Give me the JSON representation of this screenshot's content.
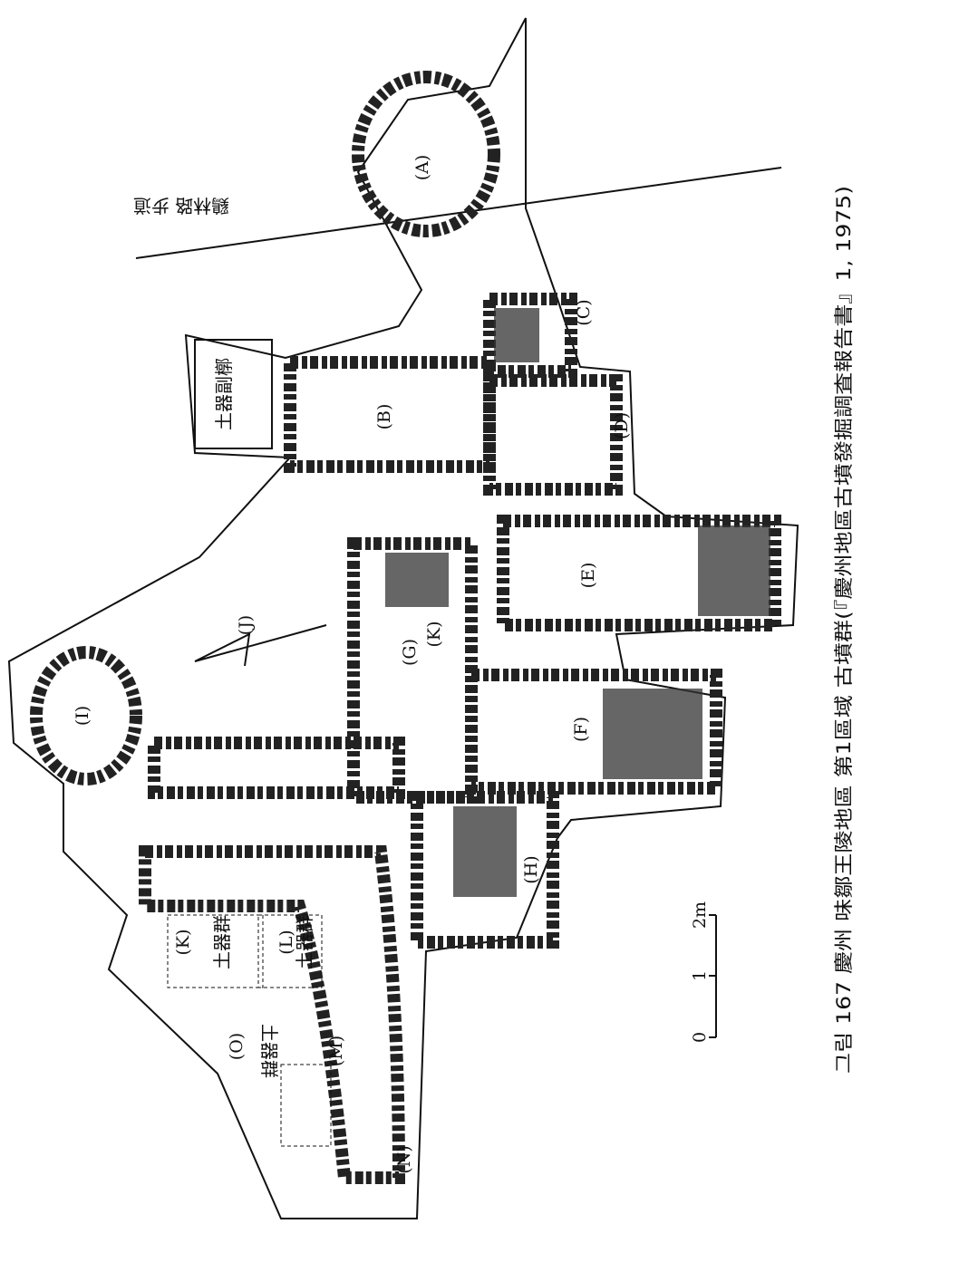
{
  "caption": "그림 167  慶州 味鄒王陵地區 第1區域  古墳群(『慶州地區古墳發掘調査報告書』1, 1975)",
  "road_label": "鷄林路 步道",
  "annotations": {
    "pottery_compartment": "土器副槨",
    "pottery_group_k": "土器群",
    "pottery_group_l": "土器群",
    "pottery_group_m": "土器群"
  },
  "tomb_labels": {
    "A": "(A)",
    "B": "(B)",
    "C": "(C)",
    "D": "(D)",
    "E": "(E)",
    "F": "(F)",
    "G": "(G)",
    "H": "(H)",
    "I": "(I)",
    "J": "(J)",
    "K1": "(K)",
    "K2": "(K)",
    "L": "(L)",
    "M": "(M)",
    "N": "(N)",
    "O": "(O)"
  },
  "scale": {
    "ticks": [
      "0",
      "1",
      "2m"
    ]
  }
}
